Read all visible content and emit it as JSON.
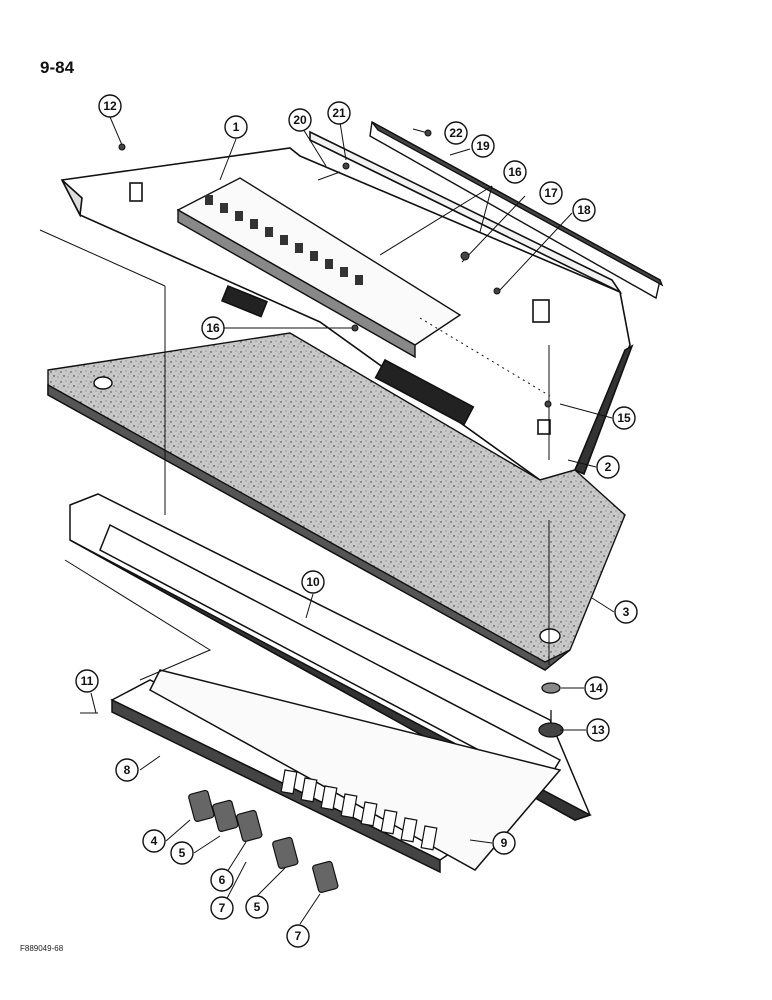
{
  "page": {
    "number": "9-84",
    "figure_code": "F889049-68"
  },
  "callouts": [
    {
      "label": "1"
    },
    {
      "label": "2"
    },
    {
      "label": "3"
    },
    {
      "label": "4"
    },
    {
      "label": "5"
    },
    {
      "label": "5"
    },
    {
      "label": "6"
    },
    {
      "label": "7"
    },
    {
      "label": "7"
    },
    {
      "label": "8"
    },
    {
      "label": "9"
    },
    {
      "label": "10"
    },
    {
      "label": "11"
    },
    {
      "label": "12"
    },
    {
      "label": "13"
    },
    {
      "label": "14"
    },
    {
      "label": "15"
    },
    {
      "label": "16"
    },
    {
      "label": "16"
    },
    {
      "label": "17"
    },
    {
      "label": "18"
    },
    {
      "label": "19"
    },
    {
      "label": "20"
    },
    {
      "label": "21"
    },
    {
      "label": "22"
    }
  ]
}
